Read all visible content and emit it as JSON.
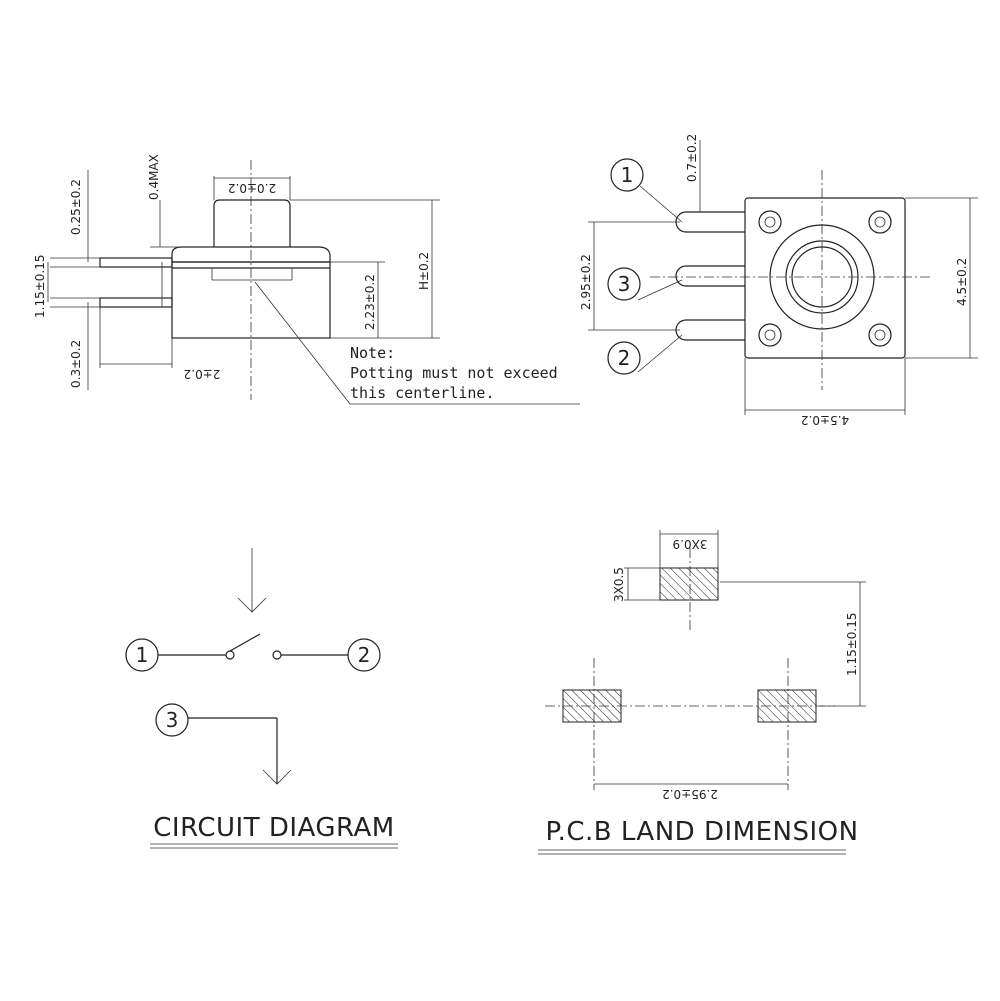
{
  "side_view": {
    "dims": {
      "plunger_width": "2.0±0.2",
      "plunger_travel": "0.4MAX",
      "height": "H±0.2",
      "body_height": "2.23±0.2",
      "lead_offset": "0.25±0.2",
      "lead_pitch": "1.15±0.15",
      "lead_thickness": "0.3±0.2",
      "lead_length": "2±0.2"
    },
    "note": {
      "line1": "Note:",
      "line2": "Potting must not exceed",
      "line3": "this centerline."
    }
  },
  "top_view": {
    "pin_labels": [
      "1",
      "3",
      "2"
    ],
    "dims": {
      "pin_width": "0.7±0.2",
      "pin_pitch": "2.95±0.2",
      "body_height": "4.5±0.2",
      "body_width": "4.5±0.2"
    }
  },
  "circuit": {
    "title": "CIRCUIT DIAGRAM",
    "pins": [
      "1",
      "2",
      "3"
    ]
  },
  "pcb": {
    "title": "P.C.B LAND DIMENSION",
    "dims": {
      "pad_width": "3X0.9",
      "pad_height": "3X0.5",
      "pad_vertical": "1.15±0.15",
      "pad_spacing": "2.95±0.2"
    }
  }
}
